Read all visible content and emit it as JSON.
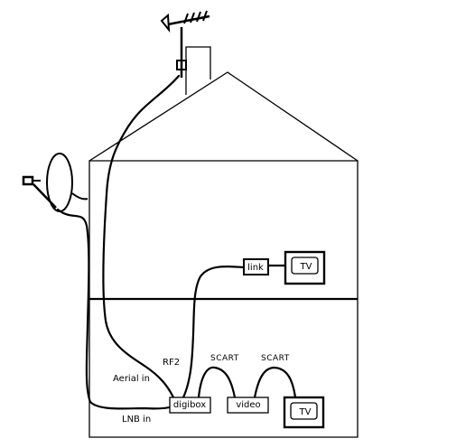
{
  "labels": {
    "link": "link",
    "tv_upstairs": "TV",
    "tv_downstairs": "TV",
    "digibox": "digibox",
    "video": "video",
    "rf2": "RF2",
    "scart_1": "SCART",
    "scart_2": "SCART",
    "aerial_in": "Aerial in",
    "lnb_in": "LNB in"
  },
  "colors": {
    "line": "#000000",
    "background": "#ffffff"
  },
  "icons": {
    "aerial": "tv-aerial-icon",
    "dish": "satellite-dish-icon",
    "chimney": "chimney-icon"
  }
}
